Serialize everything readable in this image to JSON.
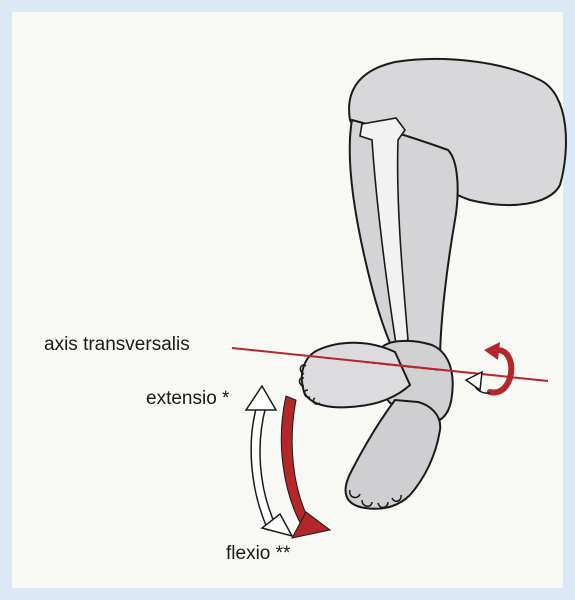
{
  "labels": {
    "axis": "axis transversalis",
    "extension": "extensio *",
    "flexion": "flexio **"
  },
  "colors": {
    "background_frame": "#dce8f6",
    "panel": "#f8f9f5",
    "axis_line": "#b3262a",
    "arrow_red": "#b3262a",
    "limb_fill": "#d8d8da",
    "outline": "#1a1a1a"
  }
}
